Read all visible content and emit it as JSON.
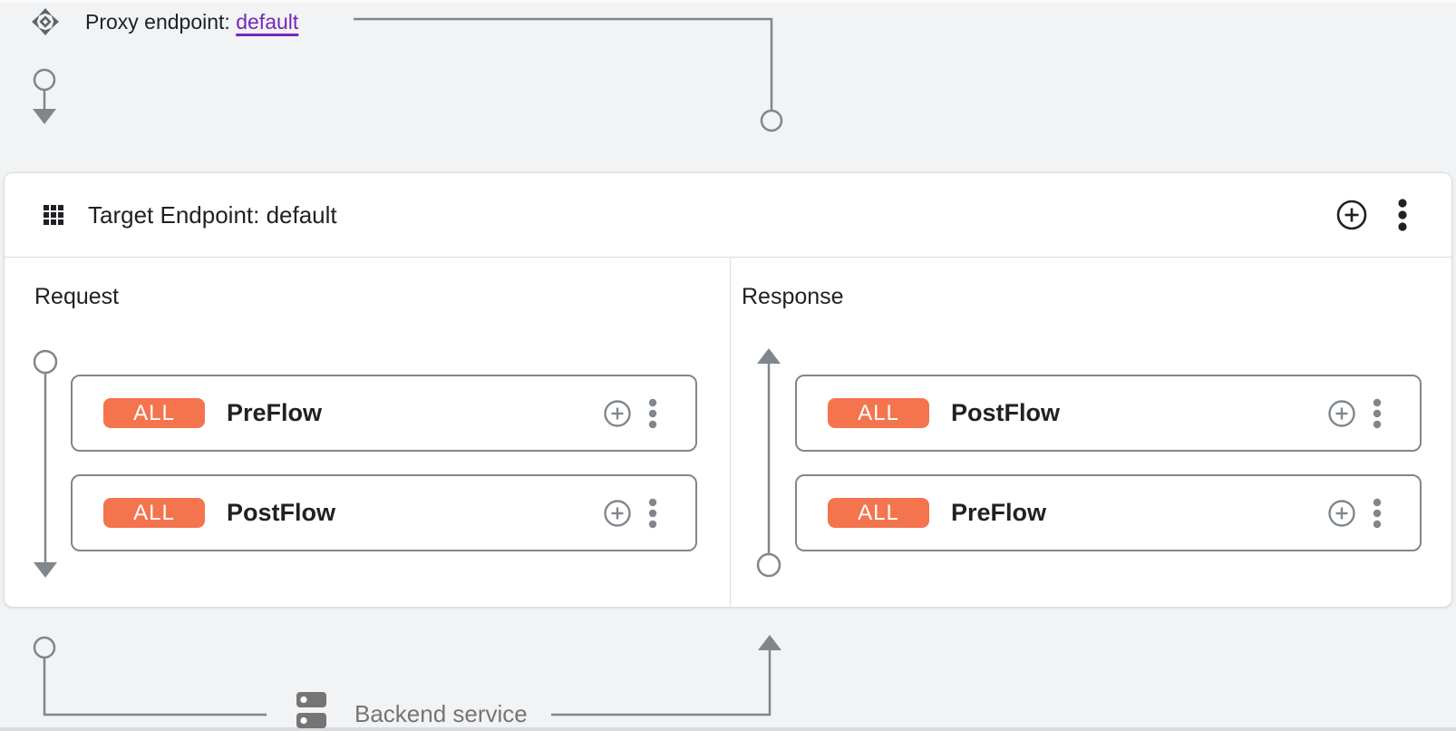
{
  "proxy_endpoint": {
    "label": "Proxy endpoint:",
    "link_text": "default"
  },
  "target_endpoint": {
    "title": "Target Endpoint: default"
  },
  "panes": {
    "request": {
      "label": "Request",
      "flows": [
        {
          "badge": "ALL",
          "name": "PreFlow"
        },
        {
          "badge": "ALL",
          "name": "PostFlow"
        }
      ]
    },
    "response": {
      "label": "Response",
      "flows": [
        {
          "badge": "ALL",
          "name": "PostFlow"
        },
        {
          "badge": "ALL",
          "name": "PreFlow"
        }
      ]
    }
  },
  "backend": {
    "label": "Backend service"
  },
  "colors": {
    "background": "#F1F3F4",
    "badge_orange": "#F4744E",
    "link_purple": "#7627BB",
    "connector_gray": "#80868B",
    "text_dark": "#202124",
    "muted_gray": "#757575",
    "card_border": "#DADCE0",
    "row_border": "#80868B"
  },
  "icons": {
    "proxy_endpoint": "diamond-cluster-icon",
    "target_endpoint": "grid-icon",
    "add": "plus-circle-icon",
    "more": "kebab-menu-icon",
    "backend": "server-icon"
  }
}
